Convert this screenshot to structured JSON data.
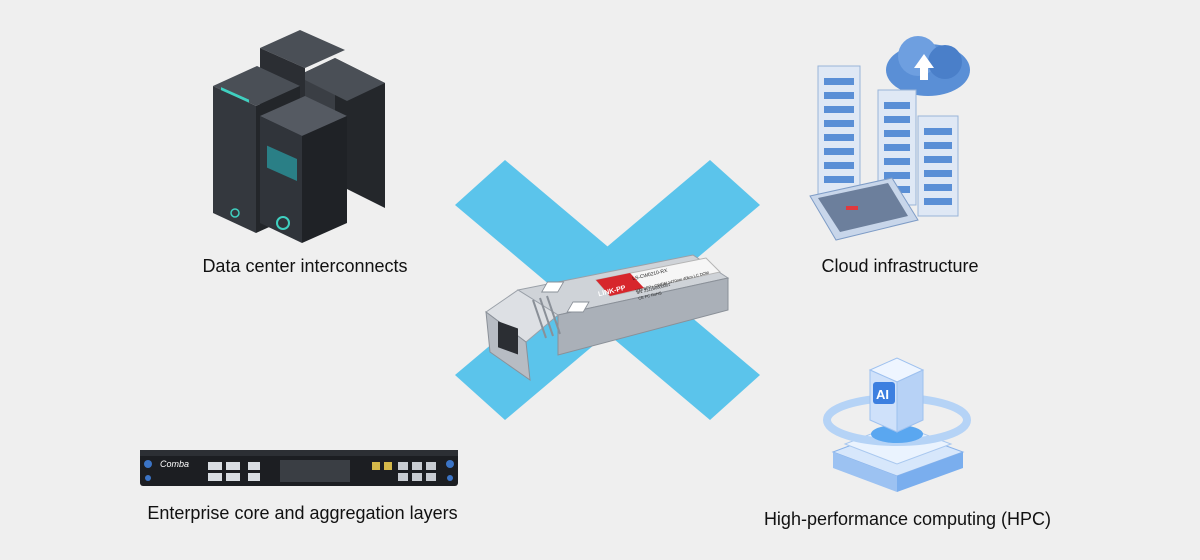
{
  "labels": {
    "data_center": "Data center interconnects",
    "cloud": "Cloud infrastructure",
    "enterprise": "Enterprise core and aggregation layers",
    "hpc": "High-performance computing (HPC)"
  },
  "module": {
    "brand": "LINK-PP",
    "part_lines": [
      "LS-CW0210-RX",
      "10G SFP+ CWDM 1470nm 40km LC DOM",
      "SN: 2311B0000001",
      "CE FC RoHS"
    ]
  },
  "switch": {
    "brand": "Comba"
  },
  "hpc_badge": "AI",
  "colors": {
    "background": "#efefef",
    "cross": "#5bc4eb",
    "server_body": "#2f3237",
    "cloud_blue": "#5a8fd6",
    "label_red": "#d7262c"
  }
}
